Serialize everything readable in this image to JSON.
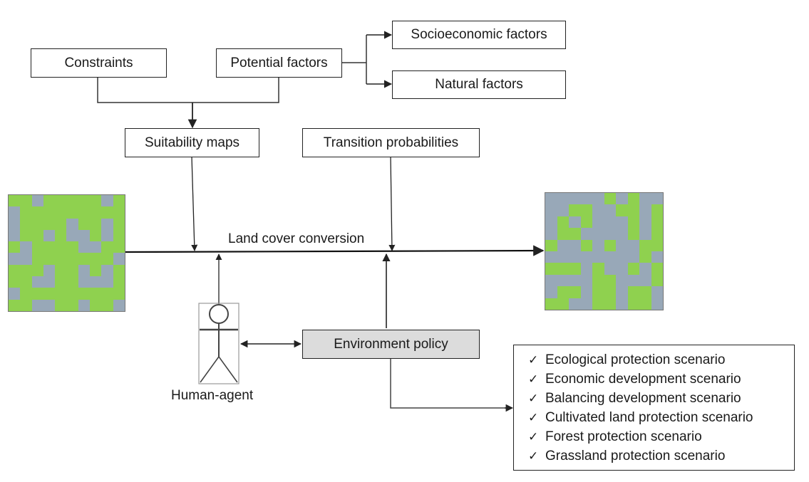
{
  "diagram": {
    "nodes": {
      "constraints": "Constraints",
      "potential_factors": "Potential factors",
      "socioeconomic_factors": "Socioeconomic factors",
      "natural_factors": "Natural factors",
      "suitability_maps": "Suitability maps",
      "transition_probabilities": "Transition probabilities",
      "land_cover_conversion": "Land cover conversion",
      "environment_policy": "Environment policy",
      "human_agent": "Human-agent"
    },
    "scenarios": {
      "check_icon": "✓",
      "items": [
        "Ecological protection scenario",
        "Economic development scenario",
        "Balancing development scenario",
        "Cultivated land protection scenario",
        "Forest protection scenario",
        "Grassland protection scenario"
      ]
    },
    "colors": {
      "land_green": "#8fd14f",
      "land_grey": "#98a8b8",
      "policy_fill": "#dcdcdc",
      "line": "#222222"
    },
    "land_cover_before": {
      "legend": "1 = grey cell, 0 = green cell",
      "rows": [
        [
          0,
          0,
          1,
          0,
          0,
          0,
          0,
          0,
          1,
          0
        ],
        [
          1,
          0,
          0,
          0,
          0,
          0,
          0,
          0,
          0,
          0
        ],
        [
          1,
          0,
          0,
          0,
          0,
          1,
          0,
          0,
          1,
          0
        ],
        [
          1,
          0,
          0,
          1,
          0,
          1,
          1,
          0,
          1,
          0
        ],
        [
          0,
          1,
          0,
          0,
          0,
          0,
          1,
          1,
          0,
          0
        ],
        [
          1,
          1,
          0,
          0,
          0,
          0,
          0,
          0,
          0,
          1
        ],
        [
          0,
          0,
          0,
          1,
          0,
          0,
          1,
          0,
          1,
          0
        ],
        [
          0,
          0,
          1,
          1,
          0,
          0,
          1,
          1,
          1,
          0
        ],
        [
          1,
          0,
          0,
          0,
          0,
          0,
          0,
          0,
          0,
          0
        ],
        [
          0,
          0,
          1,
          1,
          0,
          0,
          1,
          0,
          0,
          1
        ]
      ]
    },
    "land_cover_after": {
      "legend": "1 = grey cell, 0 = green cell",
      "rows": [
        [
          1,
          1,
          1,
          1,
          1,
          0,
          1,
          0,
          1,
          1
        ],
        [
          1,
          1,
          0,
          0,
          1,
          1,
          0,
          0,
          1,
          0
        ],
        [
          1,
          0,
          1,
          0,
          1,
          1,
          1,
          0,
          1,
          0
        ],
        [
          1,
          0,
          0,
          1,
          1,
          1,
          1,
          0,
          1,
          0
        ],
        [
          0,
          1,
          1,
          0,
          1,
          0,
          1,
          1,
          0,
          0
        ],
        [
          1,
          1,
          1,
          1,
          1,
          1,
          1,
          1,
          0,
          1
        ],
        [
          0,
          0,
          0,
          1,
          0,
          1,
          1,
          0,
          1,
          0
        ],
        [
          1,
          1,
          1,
          1,
          0,
          0,
          1,
          1,
          1,
          0
        ],
        [
          1,
          0,
          0,
          1,
          0,
          0,
          1,
          0,
          0,
          1
        ],
        [
          0,
          0,
          1,
          1,
          0,
          0,
          1,
          0,
          0,
          1
        ]
      ]
    }
  }
}
